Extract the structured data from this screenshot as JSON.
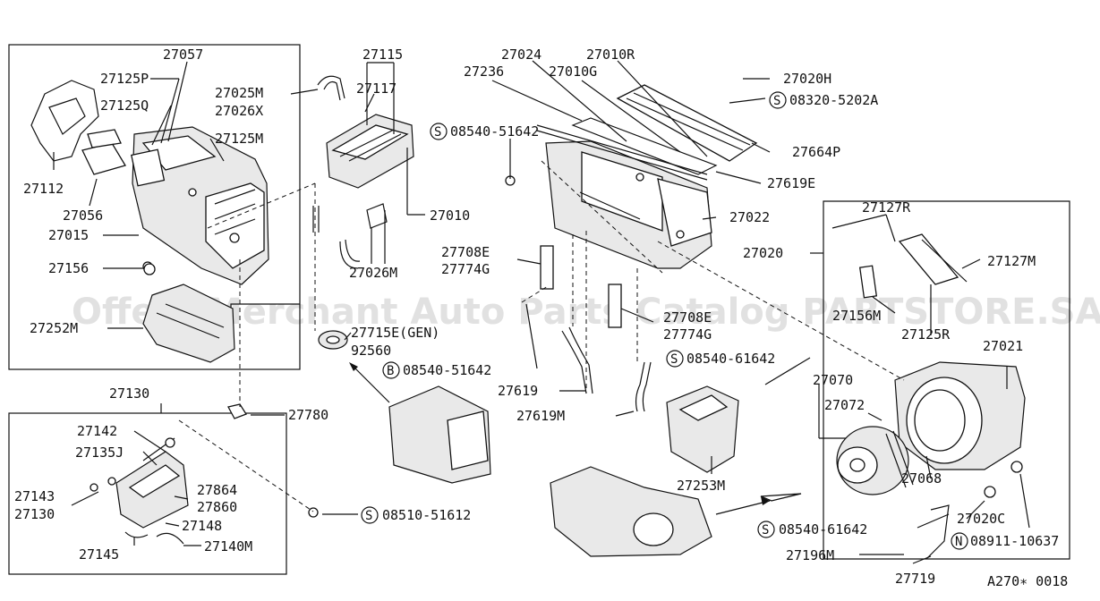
{
  "watermark": "Offers Merchant Auto Parts Catalog PARTSTORE.SA",
  "diagram_code": "A270∗ 0018",
  "labels": {
    "p27057": "27057",
    "p27115": "27115",
    "p27125P": "27125P",
    "p27025M": "27025M",
    "p27117": "27117",
    "p27026X": "27026X",
    "p27125Q": "27125Q",
    "p27125M": "27125M",
    "p27112": "27112",
    "p27056": "27056",
    "p27015": "27015",
    "p27010": "27010",
    "p27156": "27156",
    "p27026M": "27026M",
    "p27252M": "27252M",
    "p27715E": "27715E(GEN)",
    "p92560": "92560",
    "p08540_51642b": "08540-51642",
    "p27130t": "27130",
    "p27780": "27780",
    "p27142": "27142",
    "p27135J": "27135J",
    "p27143": "27143",
    "p27130": "27130",
    "p27864": "27864",
    "p27860": "27860",
    "p27148": "27148",
    "p27145": "27145",
    "p27140M": "27140M",
    "p08510_51612": "08510-51612",
    "p27024": "27024",
    "p27010R": "27010R",
    "p27236": "27236",
    "p27010G": "27010G",
    "p27020H": "27020H",
    "p08320_5202A": "08320-5202A",
    "p08540_51642s": "08540-51642",
    "p27664P": "27664P",
    "p27619E": "27619E",
    "p27022": "27022",
    "p27708E": "27708E",
    "p27774G": "27774G",
    "p27708E2": "27708E",
    "p27774G2": "27774G",
    "p27020": "27020",
    "p27127R": "27127R",
    "p27127M": "27127M",
    "p27156M": "27156M",
    "p27125R": "27125R",
    "p08540_61642a": "08540-61642",
    "p27619": "27619",
    "p27619M": "27619M",
    "p27070": "27070",
    "p27072": "27072",
    "p27021": "27021",
    "p27253M": "27253M",
    "p27068": "27068",
    "p08540_61642b": "08540-61642",
    "p27020C": "27020C",
    "p27196M": "27196M",
    "p08911_10637": "08911-10637",
    "p27719": "27719",
    "s_mark": "S",
    "b_mark": "B",
    "n_mark": "N"
  }
}
